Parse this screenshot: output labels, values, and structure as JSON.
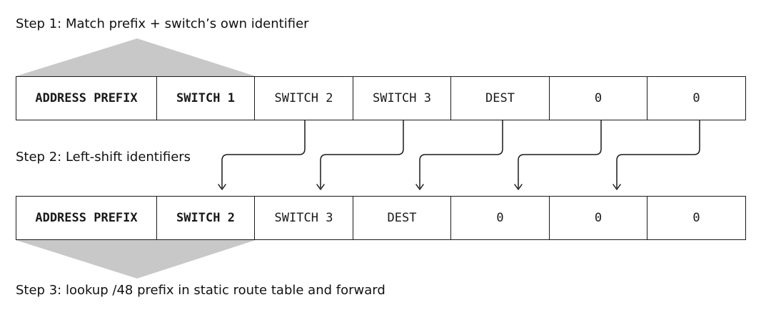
{
  "steps": {
    "step1": "Step 1: Match prefix + switch’s own identifier",
    "step2": "Step 2: Left-shift identifiers",
    "step3": "Step 3: lookup /48 prefix in static route table and forward"
  },
  "row_before": [
    "ADDRESS PREFIX",
    "SWITCH 1",
    "SWITCH 2",
    "SWITCH 3",
    "DEST",
    "0",
    "0"
  ],
  "row_after": [
    "ADDRESS PREFIX",
    "SWITCH 2",
    "SWITCH 3",
    "DEST",
    "0",
    "0",
    "0"
  ],
  "colors": {
    "line": "#1a1a1a",
    "highlight": "#c8c8c8",
    "text": "#111111"
  },
  "icons": {
    "shift_arrow": "down-arrow-icon"
  }
}
